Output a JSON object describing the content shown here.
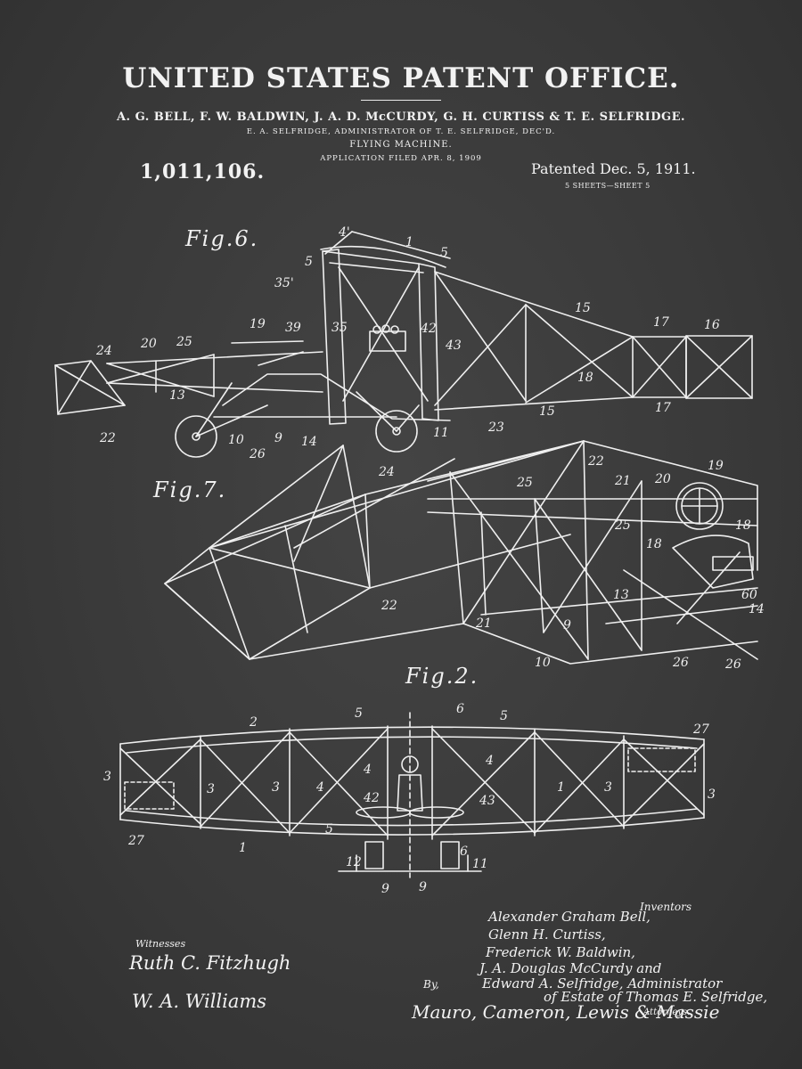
{
  "header": {
    "office": "UNITED STATES PATENT OFFICE.",
    "inventors": "A. G. BELL, F. W. BALDWIN, J. A. D. McCURDY, G. H. CURTISS & T. E. SELFRIDGE.",
    "administrator": "E. A. SELFRIDGE, ADMINISTRATOR OF T. E. SELFRIDGE, DEC'D.",
    "invention": "FLYING MACHINE.",
    "filed": "APPLICATION FILED APR. 8, 1909",
    "patent_number": "1,011,106.",
    "patented": "Patented Dec. 5, 1911.",
    "sheets": "5 SHEETS—SHEET 5"
  },
  "figures": {
    "fig6": "Fig.6.",
    "fig7": "Fig.7.",
    "fig2": "Fig.2."
  },
  "reference_numerals": {
    "fig6": [
      "4'",
      "1",
      "5",
      "5",
      "35'",
      "15",
      "17",
      "16",
      "19",
      "39",
      "35",
      "42",
      "43",
      "24",
      "20",
      "25",
      "13",
      "18",
      "15",
      "17",
      "22",
      "10",
      "9",
      "14",
      "11",
      "26"
    ],
    "fig7": [
      "23",
      "22",
      "19",
      "24",
      "25",
      "21",
      "20",
      "18",
      "25",
      "18",
      "22",
      "13",
      "60",
      "14",
      "21",
      "9",
      "10",
      "26",
      "26"
    ],
    "fig2": [
      "6",
      "2",
      "5",
      "5",
      "27",
      "3",
      "3",
      "3",
      "4",
      "4",
      "42",
      "4",
      "43",
      "1",
      "3",
      "3",
      "27",
      "1",
      "5",
      "12",
      "6",
      "11",
      "9",
      "9"
    ]
  },
  "signatures": {
    "witnesses_label": "Witnesses",
    "witness_1": "Ruth C. Fitzhugh",
    "witness_2": "W. A. Williams",
    "inventors_label": "Inventors",
    "inventor_lines": [
      "Alexander Graham Bell,",
      "Glenn H. Curtiss,",
      "Frederick W. Baldwin,",
      "J. A. Douglas McCurdy and",
      "Edward A. Selfridge, Administrator",
      "of Estate of Thomas E. Selfridge,"
    ],
    "by_label": "By,",
    "attorneys": "Mauro, Cameron, Lewis & Massie",
    "attorneys_label": "Attorneys."
  },
  "colors": {
    "chalkboard": "#3a3a3a",
    "ink": "#f2f2f2"
  }
}
